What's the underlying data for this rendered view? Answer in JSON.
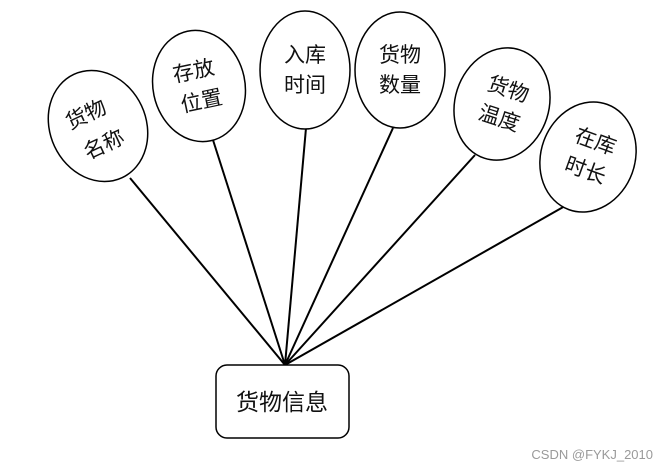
{
  "entity": {
    "label": "货物信息"
  },
  "attributes": [
    {
      "line1": "货物",
      "line2": "名称"
    },
    {
      "line1": "存放",
      "line2": "位置"
    },
    {
      "line1": "入库",
      "line2": "时间"
    },
    {
      "line1": "货物",
      "line2": "数量"
    },
    {
      "line1": "货物",
      "line2": "温度"
    },
    {
      "line1": "在库",
      "line2": "时长"
    }
  ],
  "watermark": "CSDN @FYKJ_2010",
  "colors": {
    "stroke": "#000000",
    "text": "#111111",
    "background": "#ffffff",
    "watermark": "#9a9a9a"
  }
}
